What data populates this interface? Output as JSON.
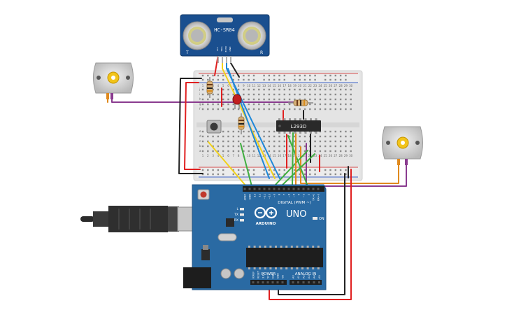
{
  "sensor": {
    "model": "HC-SR04",
    "left_mark": "T",
    "right_mark": "R",
    "pins": [
      "VCC",
      "TRIG",
      "ECHO",
      "GND"
    ]
  },
  "driver": {
    "label": "L293D"
  },
  "arduino": {
    "logo": "ARDUINO",
    "model": "UNO",
    "digital_header": "DIGITAL (PWM ~)",
    "power_header": "POWER",
    "analog_header": "ANALOG IN",
    "led_labels": [
      "L",
      "TX",
      "RX"
    ],
    "on_label": "ON",
    "digital_pins": [
      "AREF",
      "GND",
      "13",
      "12",
      "~11",
      "~10",
      "~9",
      "8",
      "7",
      "~6",
      "~5",
      "4",
      "~3",
      "2",
      "TX→1",
      "RX←0"
    ],
    "power_pins": [
      "IOREF",
      "RESET",
      "3.3V",
      "5V",
      "GND",
      "GND",
      "Vin"
    ],
    "analog_pins": [
      "A0",
      "A1",
      "A2",
      "A3",
      "A4",
      "A5"
    ]
  },
  "breadboard": {
    "column_numbers": [
      "1",
      "2",
      "3",
      "4",
      "5",
      "6",
      "7",
      "8",
      "9",
      "10",
      "11",
      "12",
      "13",
      "14",
      "15",
      "16",
      "17",
      "18",
      "19",
      "20",
      "21",
      "22",
      "23",
      "24",
      "25",
      "26",
      "27",
      "28",
      "29",
      "30"
    ],
    "row_letters_top": [
      "j",
      "i",
      "h",
      "g",
      "f"
    ],
    "row_letters_bottom": [
      "e",
      "d",
      "c",
      "b",
      "a"
    ]
  },
  "colors": {
    "wire_red": "#e02020",
    "wire_black": "#222222",
    "wire_yellow": "#f2d21b",
    "wire_blue": "#1e88d8",
    "wire_green": "#3fae3f",
    "wire_purple": "#8a3b8f",
    "wire_orange": "#e08a1e",
    "arduino_blue": "#2a6aa3",
    "sensor_blue": "#1a4f8f"
  }
}
